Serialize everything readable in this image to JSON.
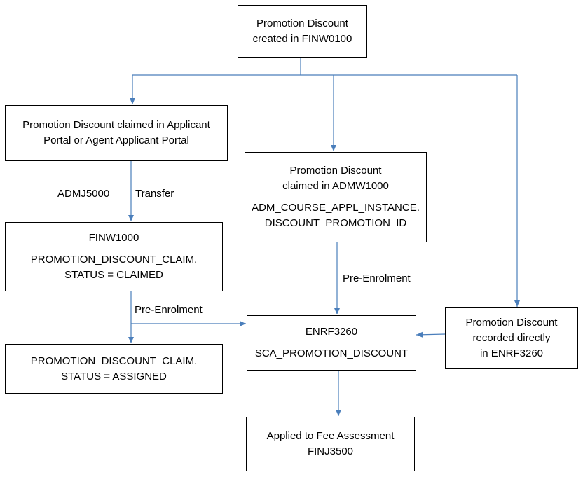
{
  "colors": {
    "connector": "#4a7ebb",
    "box_border": "#000000",
    "text": "#000000"
  },
  "nodes": {
    "finw0100": {
      "lines": [
        "Promotion Discount",
        "created in FINW0100"
      ]
    },
    "portal": {
      "lines": [
        "Promotion Discount claimed in Applicant",
        "Portal or Agent Applicant Portal"
      ]
    },
    "admw1000": {
      "title_lines": [
        "Promotion Discount",
        "claimed in ADMW1000"
      ],
      "field_lines": [
        "ADM_COURSE_APPL_INSTANCE.",
        "DISCOUNT_PROMOTION_ID"
      ]
    },
    "finw1000": {
      "title": "FINW1000",
      "field_lines": [
        "PROMOTION_DISCOUNT_CLAIM.",
        "STATUS = CLAIMED"
      ]
    },
    "assigned": {
      "lines": [
        "PROMOTION_DISCOUNT_CLAIM.",
        "STATUS = ASSIGNED"
      ]
    },
    "enrf3260": {
      "title": "ENRF3260",
      "field": "SCA_PROMOTION_DISCOUNT"
    },
    "direct": {
      "lines": [
        "Promotion Discount",
        "recorded directly",
        "in ENRF3260"
      ]
    },
    "finj3500": {
      "lines": [
        "Applied to Fee Assessment",
        "FINJ3500"
      ]
    }
  },
  "edge_labels": {
    "admj5000": "ADMJ5000",
    "transfer": "Transfer",
    "pre_enrolment_right": "Pre-Enrolment",
    "pre_enrolment_left": "Pre-Enrolment"
  }
}
